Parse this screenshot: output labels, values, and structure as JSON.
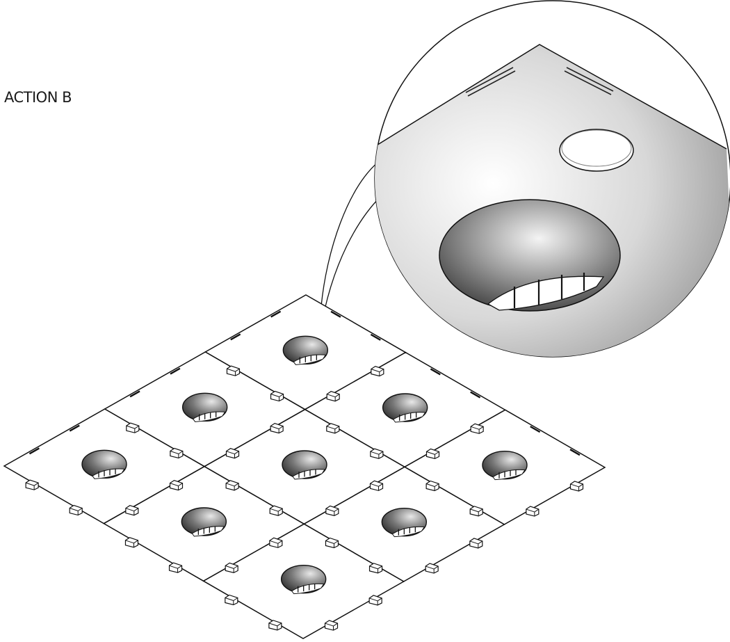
{
  "label": "ACTION B",
  "colors": {
    "line": "#111111",
    "tile": "#ffffff",
    "shade_light": "#ffffff",
    "shade_dark": "#8a8a8a",
    "hole_dark": "#2e2e2e"
  },
  "icons": {
    "grid": "tile-grid-icon",
    "detail": "magnified-detail-icon",
    "callout_marker": "callout-marker-icon"
  },
  "grid": {
    "rows": 3,
    "cols": 3
  }
}
